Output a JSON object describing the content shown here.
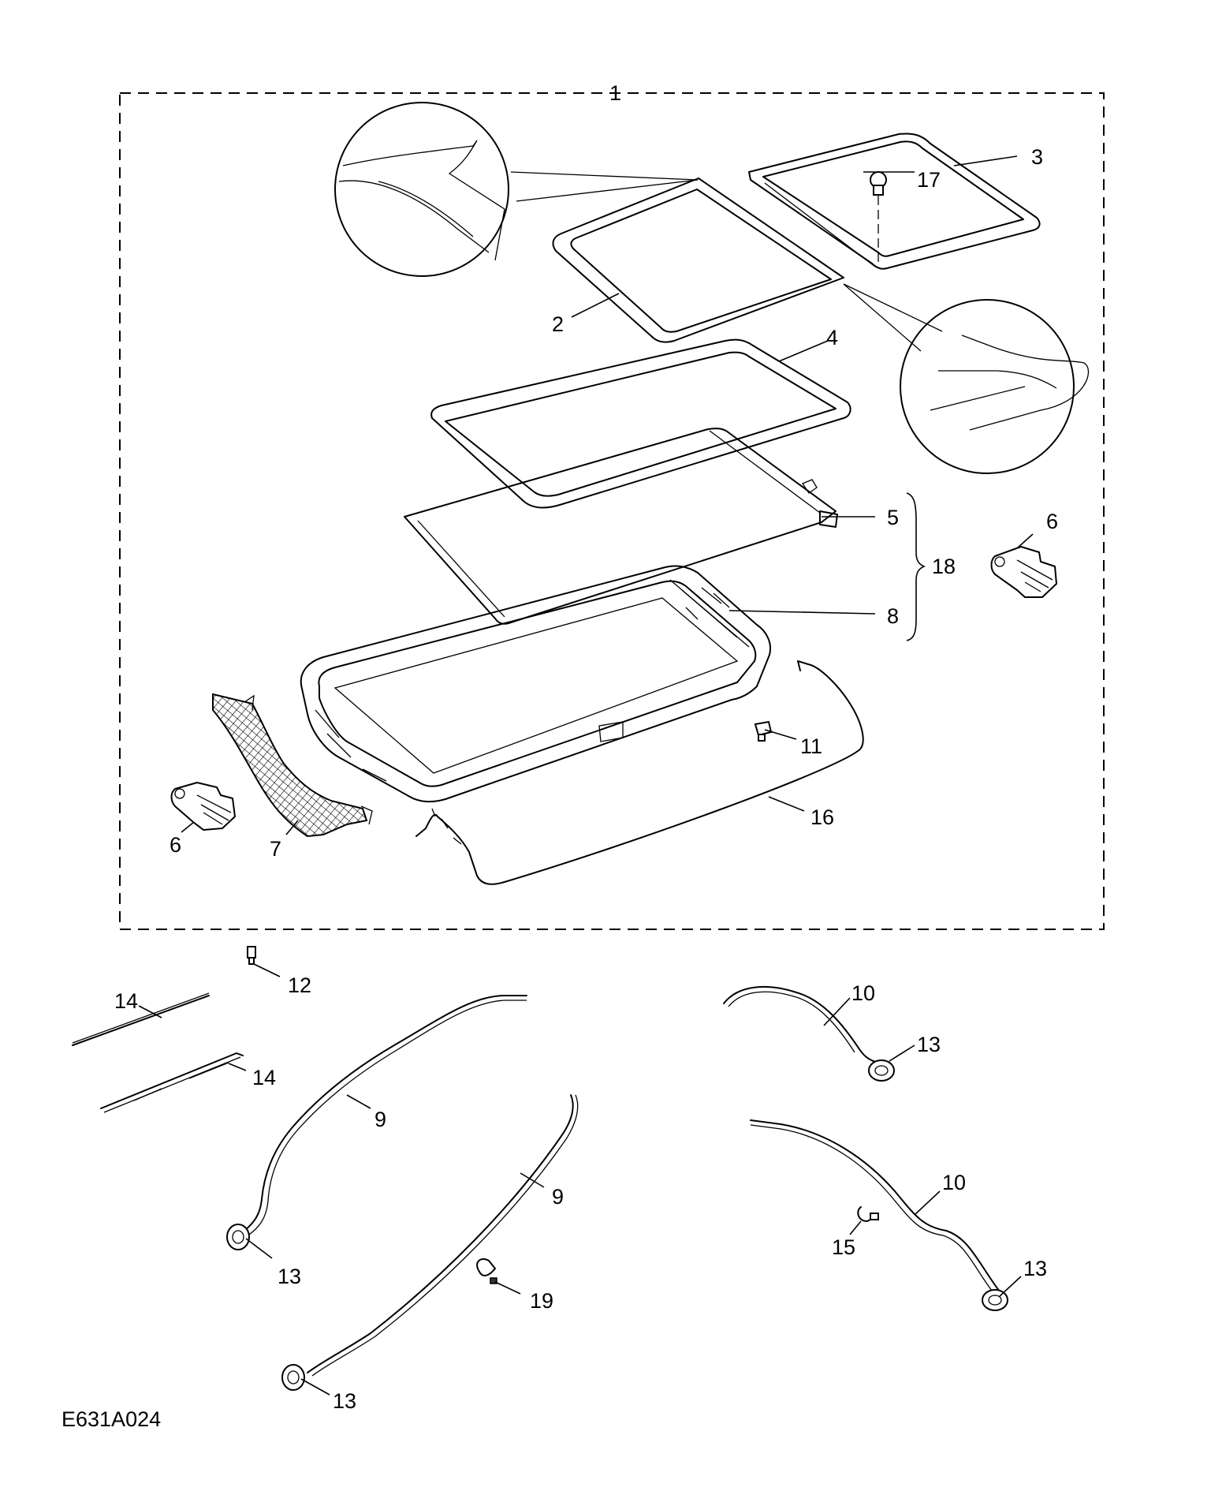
{
  "diagram": {
    "reference_code": "E631A024",
    "callouts": {
      "c1": "1",
      "c2": "2",
      "c3": "3",
      "c4": "4",
      "c5": "5",
      "c6a": "6",
      "c6b": "6",
      "c7": "7",
      "c8": "8",
      "c9a": "9",
      "c9b": "9",
      "c10a": "10",
      "c10b": "10",
      "c11": "11",
      "c12": "12",
      "c13a": "13",
      "c13b": "13",
      "c13c": "13",
      "c13d": "13",
      "c14a": "14",
      "c14b": "14",
      "c15": "15",
      "c16": "16",
      "c17": "17",
      "c18": "18",
      "c19": "19"
    }
  }
}
